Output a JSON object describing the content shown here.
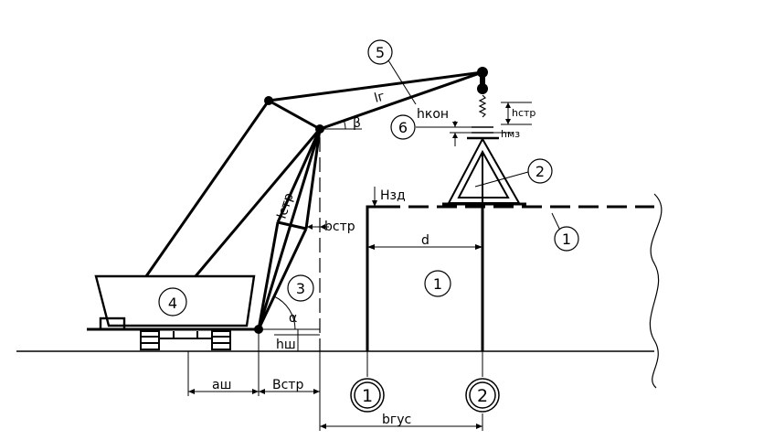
{
  "labels": {
    "beta": "β",
    "lr": "lг",
    "h_con": "hкон",
    "h_str": "hстр",
    "h_mz": "hмз",
    "H_zd": "Hзд",
    "l_str": "lстр",
    "b_str": "bстр",
    "alpha": "α",
    "h_sh": "hш",
    "d": "d",
    "a_sh": "aш",
    "B_str": "Bстр",
    "b_gus": "bгус"
  },
  "markers": {
    "m1_building_edge": "1",
    "m1_building": "1",
    "m2_truss": "2",
    "m3_crane_edge": "3",
    "m4_crane_body": "4",
    "m5_boom": "5",
    "m6_hook": "6"
  },
  "axes": {
    "axis_1": "1",
    "axis_2": "2"
  }
}
